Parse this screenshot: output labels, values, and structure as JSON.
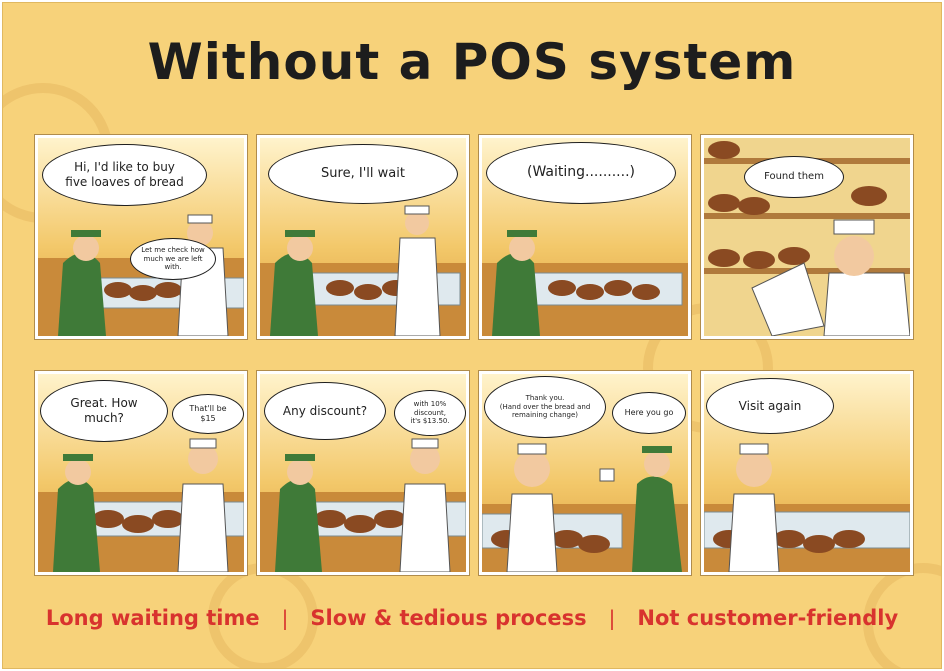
{
  "title": "Without a POS system",
  "colors": {
    "background": "#f7d27a",
    "title": "#1d1d1d",
    "footer_text": "#d8332e"
  },
  "panels": [
    {
      "bubbles": [
        "Hi, I'd like to buy\nfive loaves of bread",
        "Let me check how\nmuch we are left with."
      ]
    },
    {
      "bubbles": [
        "Sure, I'll wait"
      ]
    },
    {
      "bubbles": [
        "(Waiting..........)"
      ]
    },
    {
      "bubbles": [
        "Found them"
      ]
    },
    {
      "bubbles": [
        "Great. How much?",
        "That'll be $15"
      ]
    },
    {
      "bubbles": [
        "Any discount?",
        "with 10% discount,\nit's $13.50."
      ]
    },
    {
      "bubbles": [
        "Thank you.\n(Hand over the bread and\nremaining change)",
        "Here you go"
      ]
    },
    {
      "bubbles": [
        "Visit again"
      ]
    }
  ],
  "footer": {
    "items": [
      "Long waiting time",
      "Slow & tedious process",
      "Not customer-friendly"
    ],
    "separator": "|"
  }
}
